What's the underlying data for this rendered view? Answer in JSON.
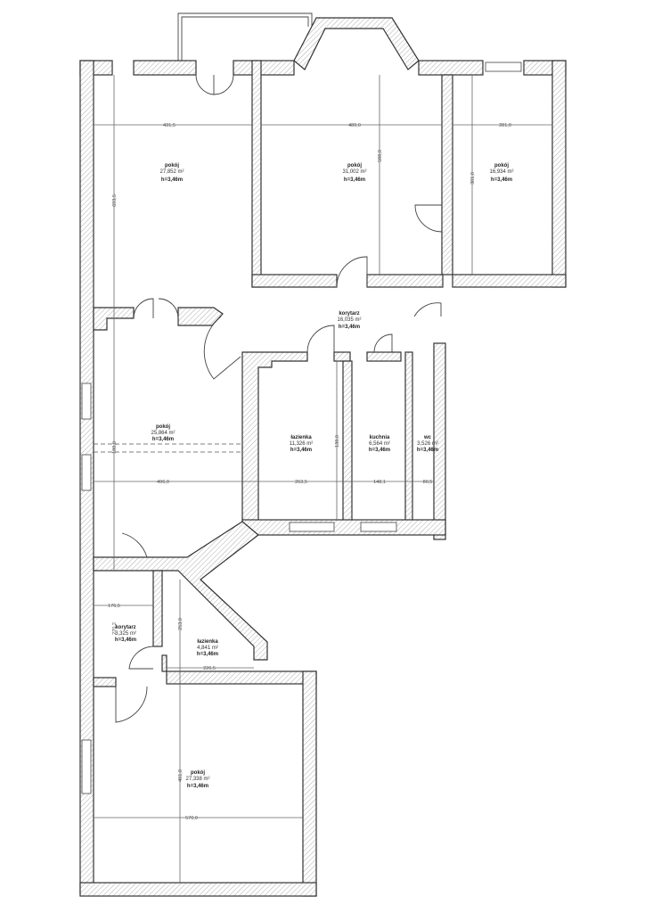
{
  "plan": {
    "rooms": [
      {
        "name": "pokój",
        "area": "27,852 m²",
        "height": "h=3,46m"
      },
      {
        "name": "pokój",
        "area": "31,002 m²",
        "height": "h=3,46m"
      },
      {
        "name": "pokój",
        "area": "16,934 m²",
        "height": "h=3,46m"
      },
      {
        "name": "korytarz",
        "area": "16,035 m²",
        "height": "h=3,46m"
      },
      {
        "name": "pokój",
        "area": "25,864 m²",
        "height": "h=3,46m"
      },
      {
        "name": "łazienka",
        "area": "11,326 m²",
        "height": "h=3,46m"
      },
      {
        "name": "kuchnia",
        "area": "6,564 m²",
        "height": "h=3,46m"
      },
      {
        "name": "wc",
        "area": "3,526 m²",
        "height": "h=3,46m"
      },
      {
        "name": "korytarz",
        "area": "3,325 m²",
        "height": "h=3,46m"
      },
      {
        "name": "łazienka",
        "area": "4,841 m²",
        "height": "h=3,46m"
      },
      {
        "name": "pokój",
        "area": "27,338 m²",
        "height": "h=3,46m"
      }
    ],
    "dimensions": [
      "431,5",
      "489,0",
      "281,0",
      "693,5",
      "588,0",
      "301,0",
      "496,0",
      "263,5",
      "148,1",
      "80,5",
      "138,0",
      "176,5",
      "270,2",
      "253,0",
      "226,5",
      "481,0",
      "570,0",
      "180,0"
    ]
  }
}
